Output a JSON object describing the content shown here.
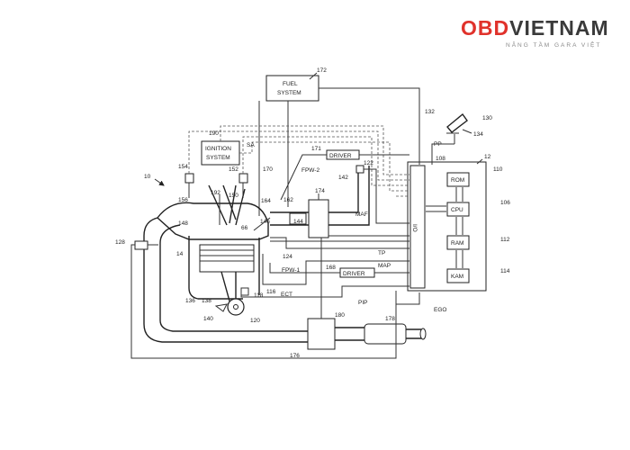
{
  "logo": {
    "obd": "OBD",
    "viet": "VIETNAM",
    "tagline": "NÂNG TẦM GARA VIỆT"
  },
  "colors": {
    "logo_red": "#e0322b",
    "logo_gray": "#3a3a3a",
    "line": "#333333"
  },
  "blocks": {
    "fuel_system": [
      "FUEL",
      "SYSTEM"
    ],
    "ignition_system": [
      "IGNITION",
      "SYSTEM"
    ],
    "driver_top": "DRIVER",
    "driver_bottom": "DRIVER",
    "io": "I/O",
    "rom": "ROM",
    "cpu": "CPU",
    "ram": "RAM",
    "kam": "KAM"
  },
  "signals": {
    "pp": "PP",
    "sa": "SA",
    "fpw2": "FPW-2",
    "fpw1": "FPW-1",
    "maf": "MAF",
    "tp": "TP",
    "map": "MAP",
    "ect": "ECT",
    "pip": "PIP",
    "ego": "EGO"
  },
  "refs": {
    "r172": "172",
    "r132": "132",
    "r130": "130",
    "r134": "134",
    "r12": "12",
    "r190": "190",
    "r171": "171",
    "r122": "122",
    "r108": "108",
    "r110": "110",
    "r10": "10",
    "r154": "154",
    "r152": "152",
    "r170": "170",
    "r162": "162",
    "r142": "142",
    "r174": "174",
    "r192": "192",
    "r150": "150",
    "r164": "164",
    "r156": "156",
    "r148": "148",
    "r146": "146",
    "r144": "144",
    "r106": "106",
    "r128": "128",
    "r14": "14",
    "r66": "66",
    "r124": "124",
    "r112": "112",
    "r168": "168",
    "r114": "114",
    "r136": "136",
    "r138": "138",
    "r118": "118",
    "r116": "116",
    "r180": "180",
    "r140": "140",
    "r120": "120",
    "r178": "178",
    "r176": "176"
  }
}
